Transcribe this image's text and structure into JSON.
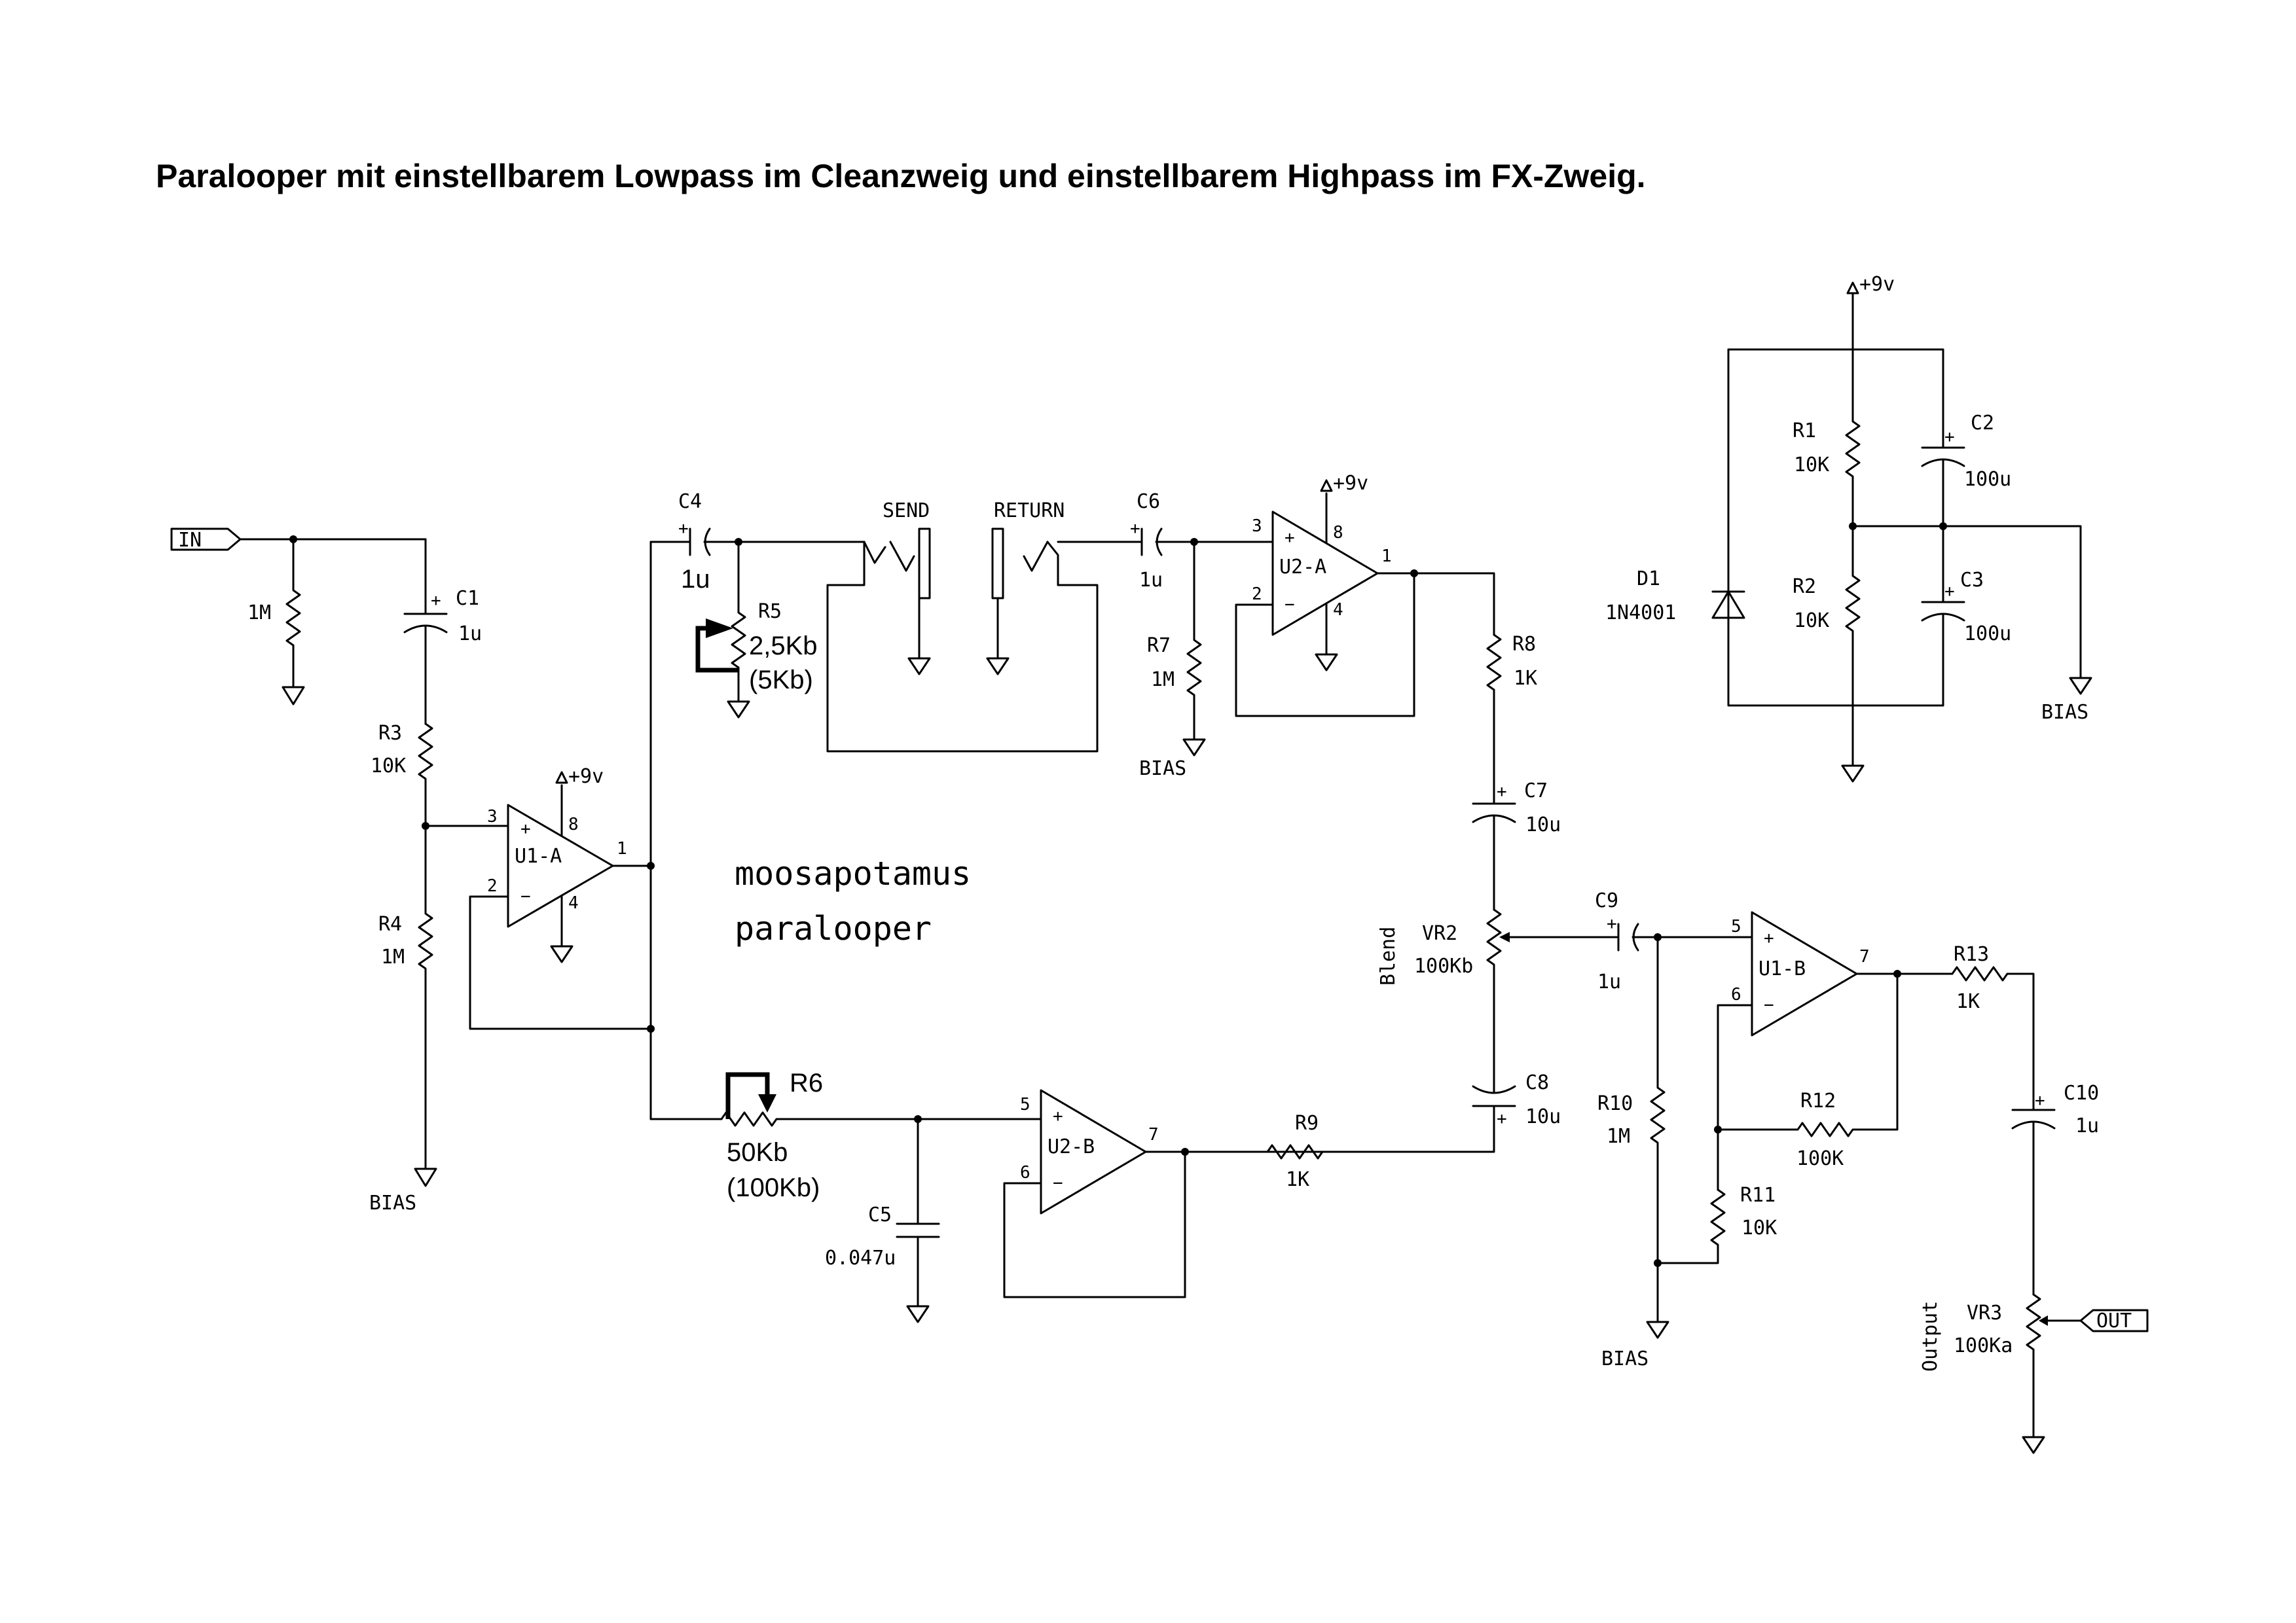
{
  "title": "Paralooper mit einstellbarem Lowpass im Cleanzweig und einstellbarem Highpass im FX-Zweig.",
  "brand": {
    "line1": "moosapotamus",
    "line2": "paralooper"
  },
  "ports": {
    "in": "IN",
    "out": "OUT",
    "send": "SEND",
    "return": "RETURN"
  },
  "supply": "+9v",
  "bias": "BIAS",
  "components": {
    "r_in": {
      "value": "1M"
    },
    "c1": {
      "ref": "C1",
      "value": "1u"
    },
    "r3": {
      "ref": "R3",
      "value": "10K"
    },
    "r4": {
      "ref": "R4",
      "value": "1M"
    },
    "u1a": {
      "ref": "U1-A",
      "pin_in_pos": "3",
      "pin_in_neg": "2",
      "pin_out": "1",
      "pin_vcc": "8",
      "pin_gnd": "4"
    },
    "c4": {
      "ref": "C4",
      "value": "1u"
    },
    "r5": {
      "ref": "R5",
      "value": "2,5Kb",
      "alt": "(5Kb)"
    },
    "c6": {
      "ref": "C6",
      "value": "1u"
    },
    "r7": {
      "ref": "R7",
      "value": "1M"
    },
    "u2a": {
      "ref": "U2-A",
      "pin_in_pos": "3",
      "pin_in_neg": "2",
      "pin_out": "1",
      "pin_vcc": "8",
      "pin_gnd": "4"
    },
    "r8": {
      "ref": "R8",
      "value": "1K"
    },
    "c7": {
      "ref": "C7",
      "value": "10u"
    },
    "vr2": {
      "ref": "VR2",
      "value": "100Kb",
      "label": "Blend"
    },
    "c8": {
      "ref": "C8",
      "value": "10u"
    },
    "r6": {
      "ref": "R6",
      "value": "50Kb",
      "alt": "(100Kb)"
    },
    "c5": {
      "ref": "C5",
      "value": "0.047u"
    },
    "u2b": {
      "ref": "U2-B",
      "pin_in_pos": "5",
      "pin_in_neg": "6",
      "pin_out": "7"
    },
    "r9": {
      "ref": "R9",
      "value": "1K"
    },
    "c9": {
      "ref": "C9",
      "value": "1u"
    },
    "r10": {
      "ref": "R10",
      "value": "1M"
    },
    "u1b": {
      "ref": "U1-B",
      "pin_in_pos": "5",
      "pin_in_neg": "6",
      "pin_out": "7"
    },
    "r12": {
      "ref": "R12",
      "value": "100K"
    },
    "r11": {
      "ref": "R11",
      "value": "10K"
    },
    "r13": {
      "ref": "R13",
      "value": "1K"
    },
    "c10": {
      "ref": "C10",
      "value": "1u"
    },
    "vr3": {
      "ref": "VR3",
      "value": "100Ka",
      "label": "Output"
    },
    "r1": {
      "ref": "R1",
      "value": "10K"
    },
    "r2": {
      "ref": "R2",
      "value": "10K"
    },
    "c2": {
      "ref": "C2",
      "value": "100u"
    },
    "c3": {
      "ref": "C3",
      "value": "100u"
    },
    "d1": {
      "ref": "D1",
      "value": "1N4001"
    }
  }
}
